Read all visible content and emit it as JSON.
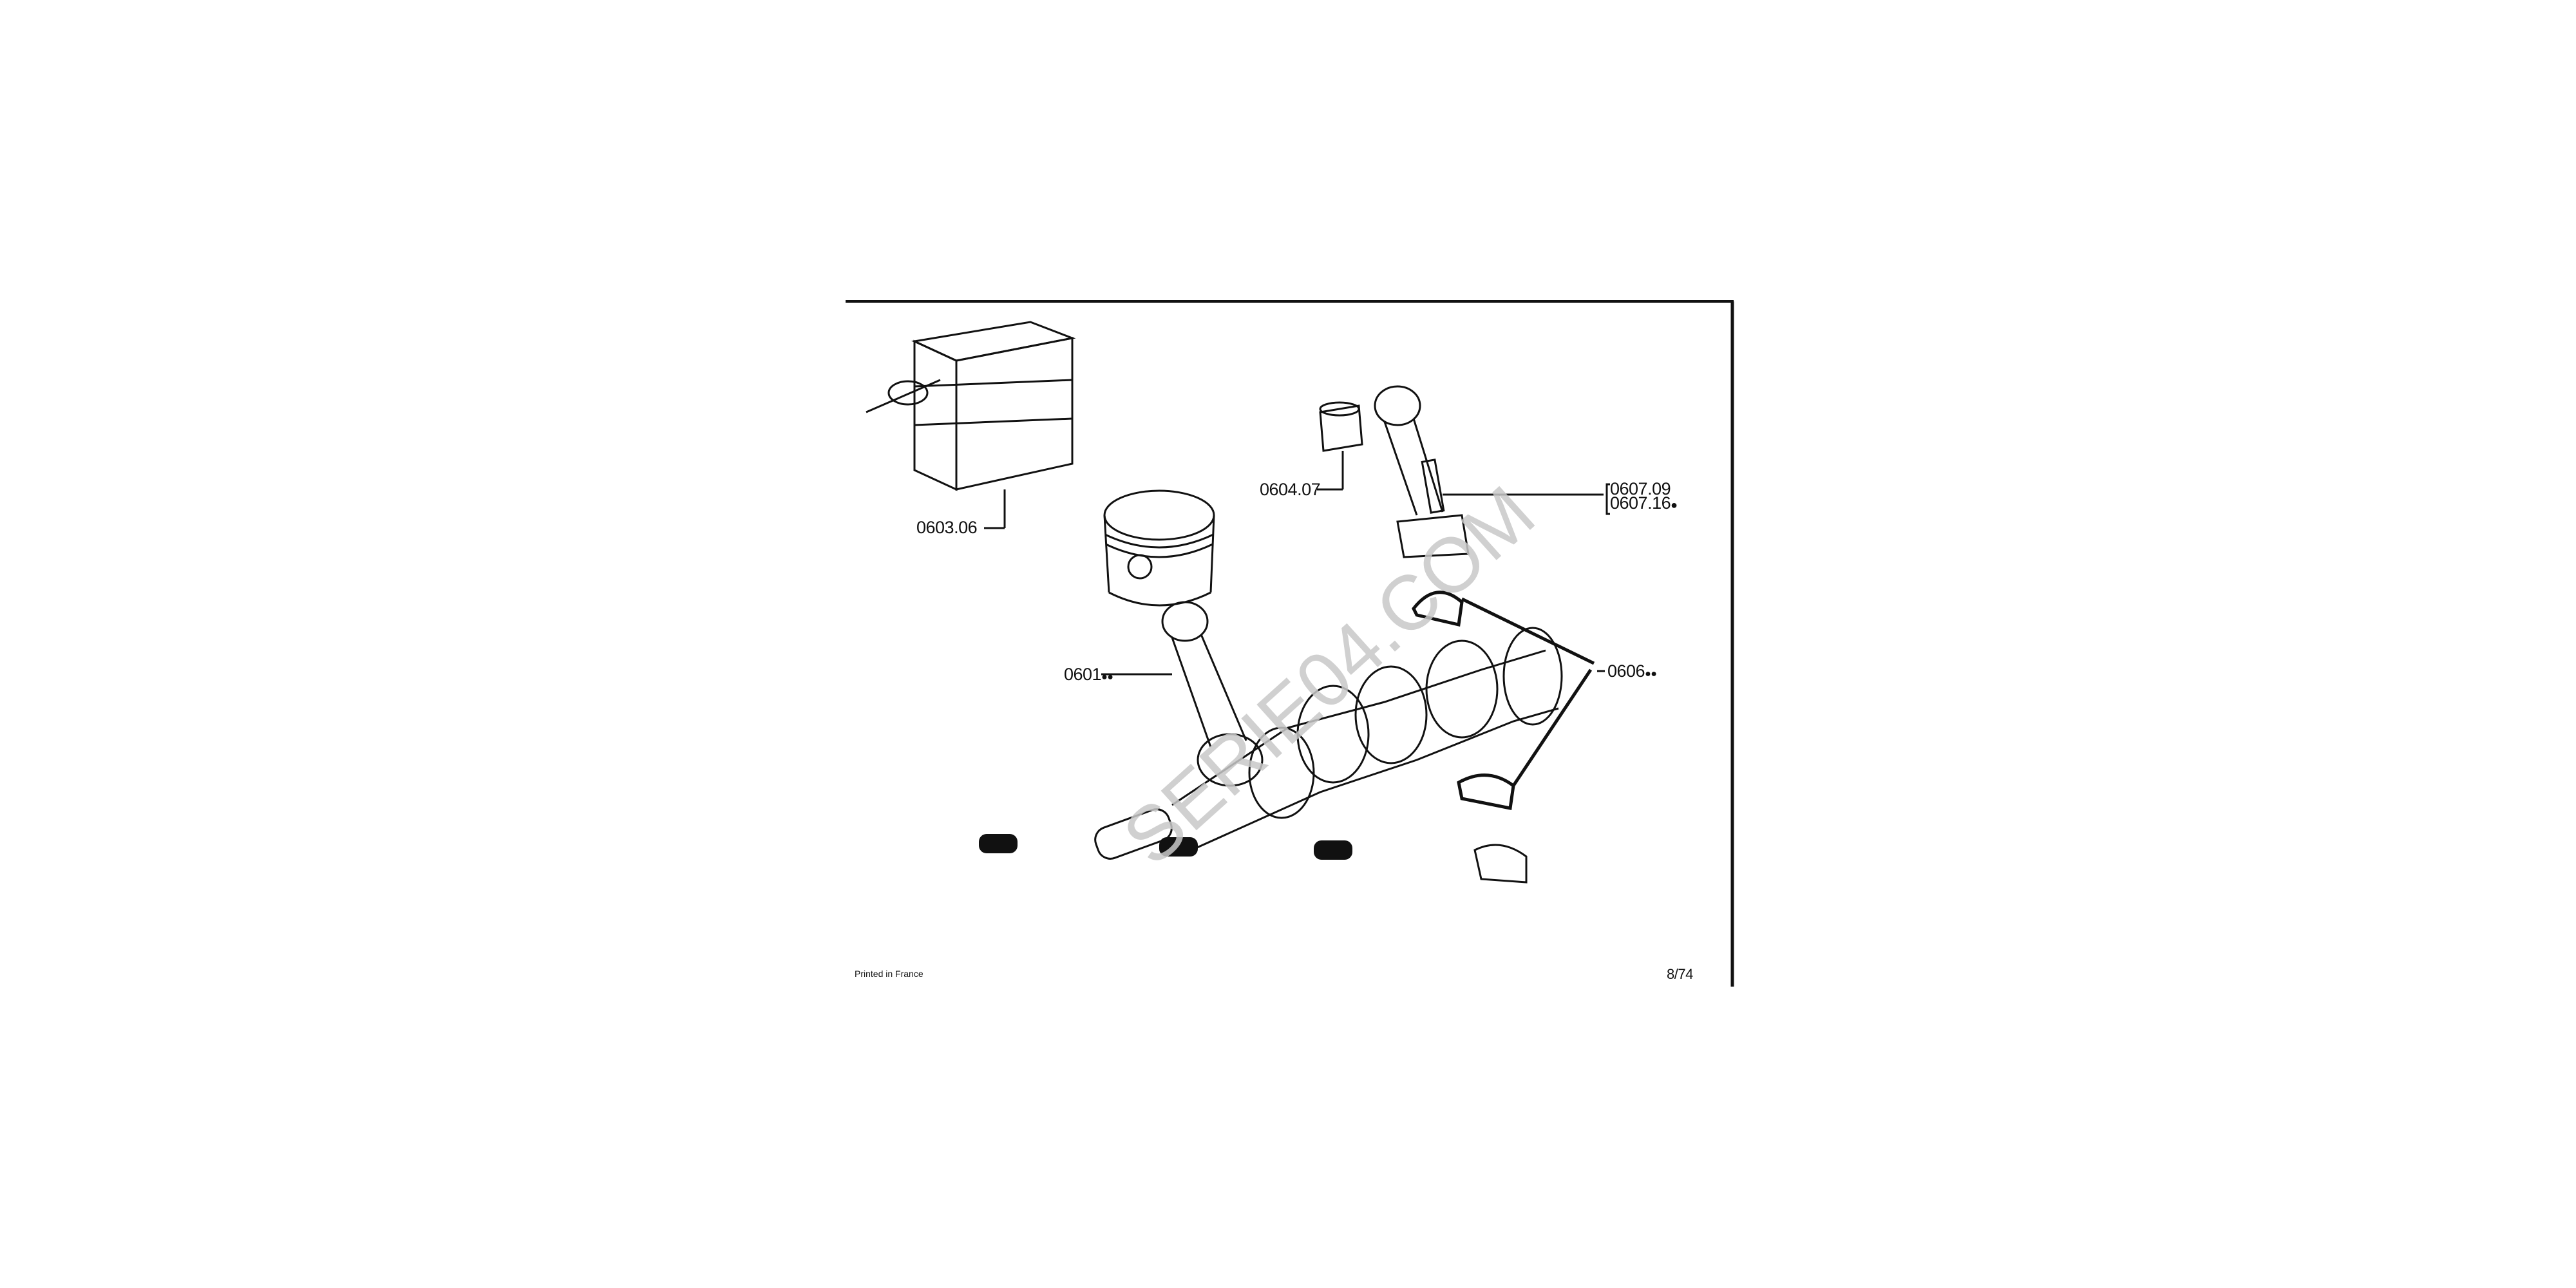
{
  "labels": {
    "kit_box": "0603.06",
    "bushing": "0604.07",
    "bolt_a": "0607.09",
    "bolt_b": "0607.16",
    "bolt_b_marker": "●",
    "con_rod": "0601",
    "con_rod_marker": "●●",
    "bearings": "0606",
    "bearings_marker": "●●"
  },
  "footer": {
    "printed": "Printed in France",
    "page": "8/74"
  },
  "watermark": "SERIE04.COM"
}
